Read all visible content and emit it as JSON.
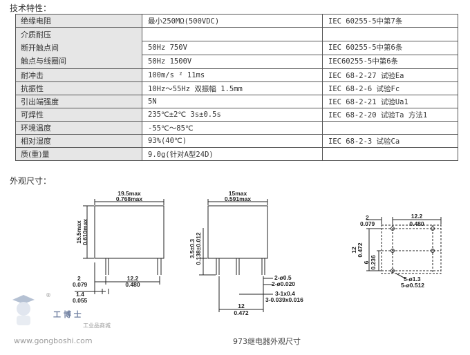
{
  "headings": {
    "tech": "技术特性：",
    "dims": "外观尺寸："
  },
  "spec_rows": [
    {
      "param": "绝缘电阻",
      "value": "最小250MΩ(500VDC)",
      "standard": "IEC 60255-5中第7条"
    },
    {
      "param_lines": [
        "介质耐压",
        "断开触点间",
        "触点与线圈间"
      ],
      "value_lines": [
        "",
        "50Hz 750V",
        "50Hz 1500V"
      ],
      "standard_lines": [
        "",
        "IEC 60255-5中第6条",
        "IEC60255-5中第6条"
      ]
    },
    {
      "param": "耐冲击",
      "value": "100m/s ² 11ms",
      "standard": "IEC 68-2-27 试验Ea"
    },
    {
      "param": "抗振性",
      "value": "10Hz～55Hz 双振幅 1.5mm",
      "standard": "IEC 68-2-6 试验Fc"
    },
    {
      "param": "引出端强度",
      "value": "5N",
      "standard": "IEC 68-2-21 试验Ua1"
    },
    {
      "param": "可焊性",
      "value": "235℃±2℃    3s±0.5s",
      "standard": "IEC 68-2-20 试验Ta 方法1"
    },
    {
      "param": "环境温度",
      "value": "-55℃～85℃",
      "standard": ""
    },
    {
      "param": "相对湿度",
      "value": "93%(40℃)",
      "standard": "IEC 68-2-3 试验Ca"
    },
    {
      "param": "质(重)量",
      "value": "9.0g(针对A型24D)",
      "standard": ""
    }
  ],
  "drawing": {
    "front_width": [
      "19.5max",
      "0.768max"
    ],
    "front_height": [
      "15.5max",
      "0.610max"
    ],
    "pin_offset": [
      "2",
      "0.079"
    ],
    "pin_spacing": [
      "12.2",
      "0.480"
    ],
    "pin_tail": [
      "1.4",
      "0.055"
    ],
    "side_width": [
      "15max",
      "0.591max"
    ],
    "side_height": [
      "3.5±0.3",
      "0.138±0.012"
    ],
    "pin_dia": [
      "2-ø0.5",
      "2-ø0.020"
    ],
    "pin_rect": [
      "3-1x0.4",
      "3-0.039x0.016"
    ],
    "side_bottom": [
      "12",
      "0.472"
    ],
    "pcb_top_left": [
      "2",
      "0.079"
    ],
    "pcb_top_right": [
      "12.2",
      "0.480"
    ],
    "pcb_left_12": "12",
    "pcb_left_472": "0.472",
    "pcb_left_6": "6",
    "pcb_left_236": "0.236",
    "pcb_holes": [
      "5-ø1.3",
      "5-ø0.512"
    ],
    "caption": "973继电器外观尺寸"
  },
  "watermark": {
    "brand": "工 博 士",
    "site": "www.gongboshi.com",
    "tag": "工业品商城",
    "reg": "®"
  }
}
